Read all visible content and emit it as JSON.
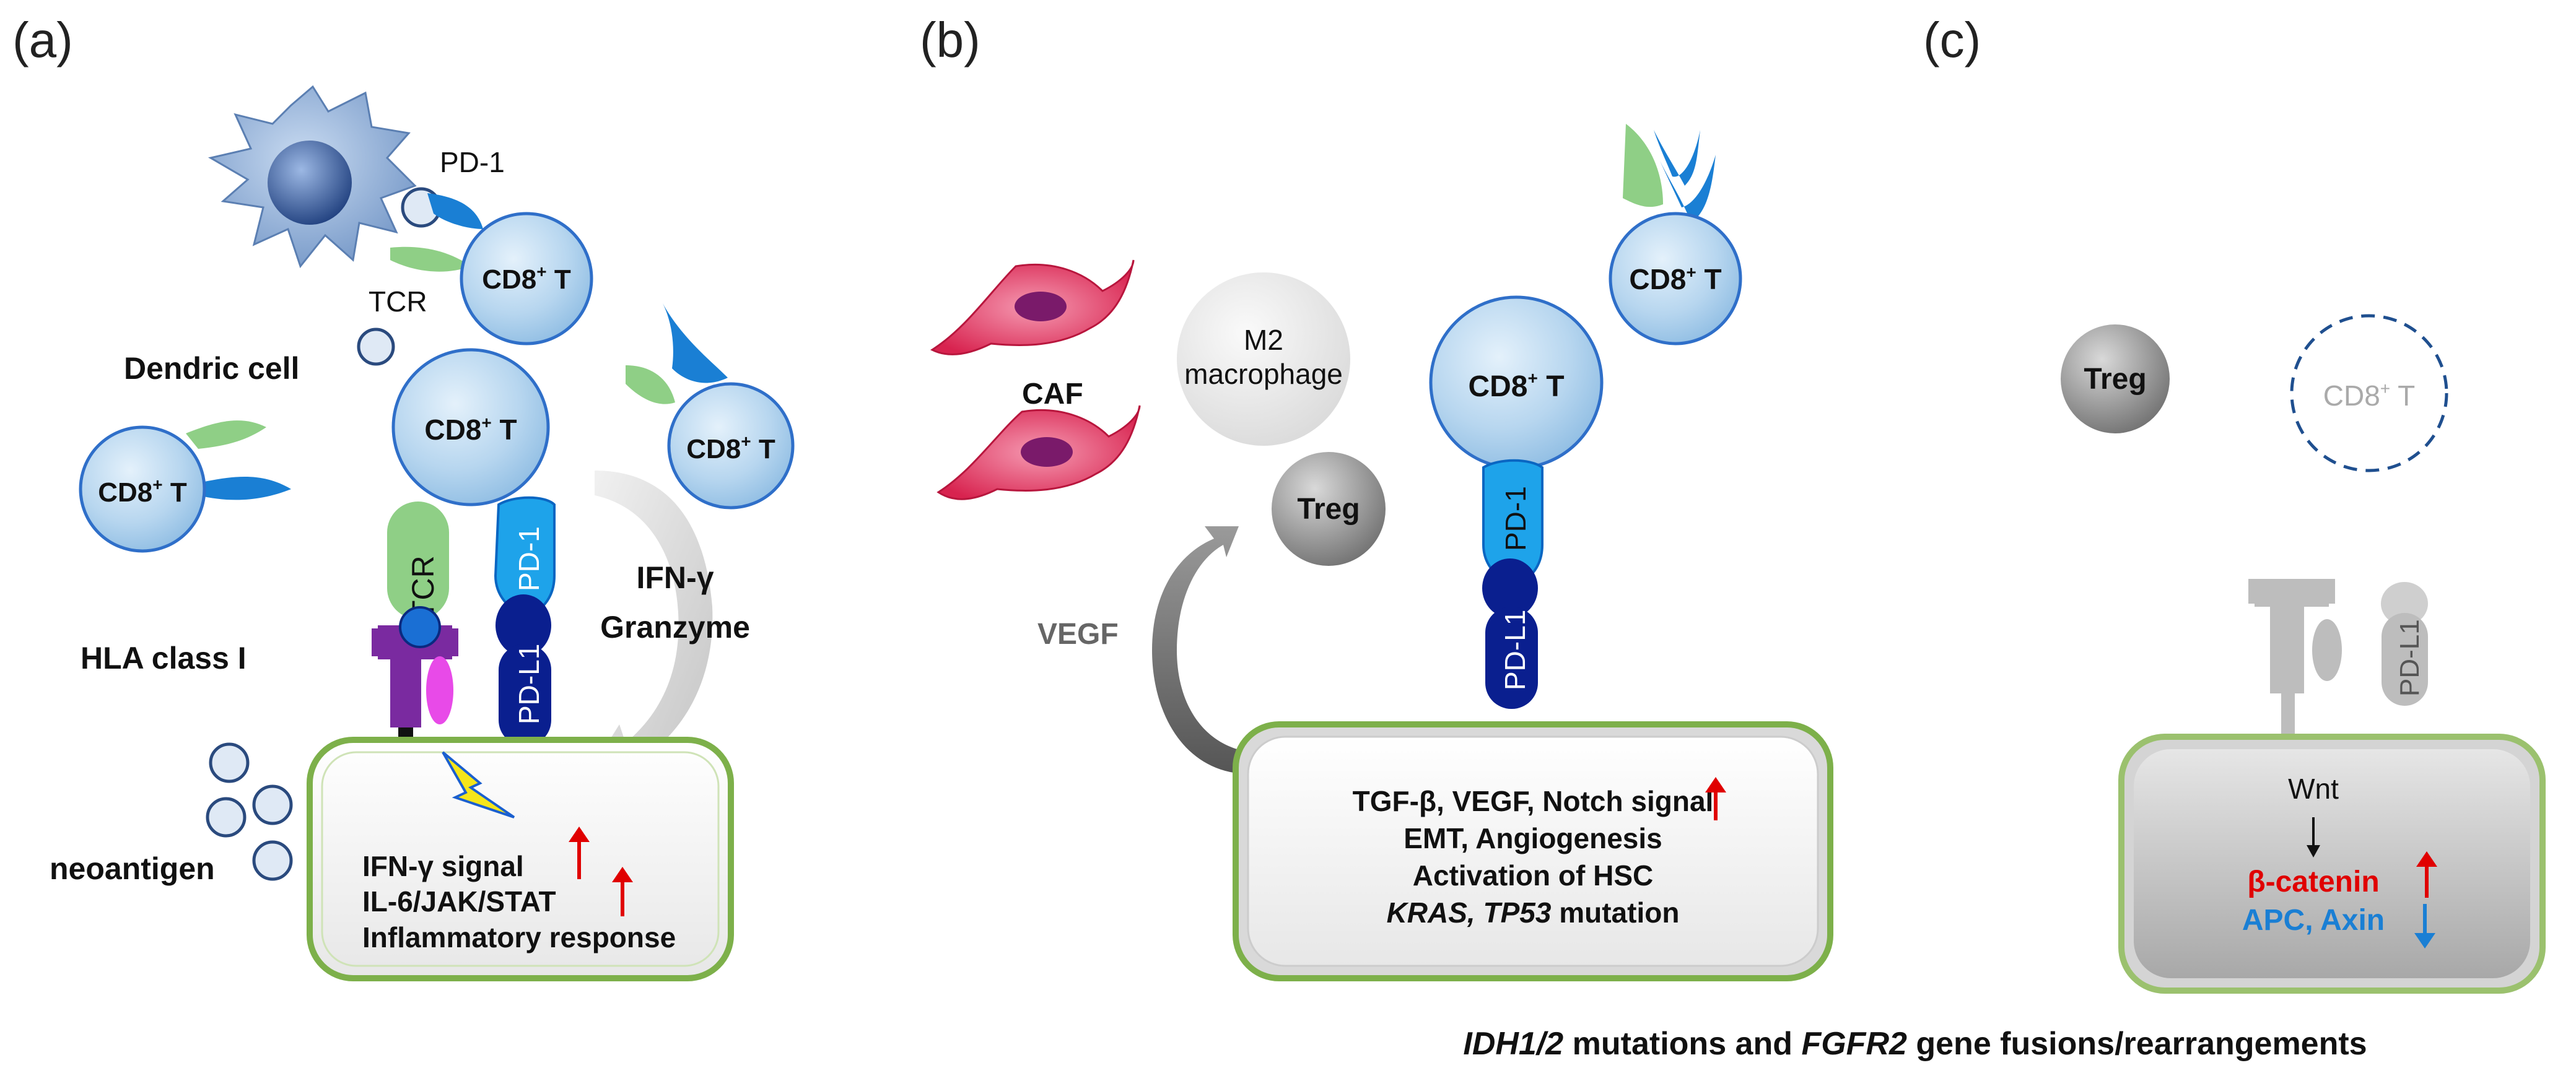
{
  "panels": {
    "a": {
      "label": "(a)",
      "dendritic_cell": "Dendric cell",
      "pd1_label": "PD-1",
      "tcr_label": "TCR",
      "cd8_label": "CD8",
      "cd8_sup": "+",
      "cd8_t": " T",
      "tcr_receptor": "TCR",
      "pd1_receptor": "PD-1",
      "pdl1_receptor": "PD-L1",
      "hla_label": "HLA class I",
      "neoantigen_label": "neoantigen",
      "ifn_line1": "IFN-γ",
      "ifn_line2": "Granzyme",
      "tumor_lines": [
        "IFN-γ signal",
        "IL-6/JAK/STAT",
        "Inflammatory response"
      ]
    },
    "b": {
      "label": "(b)",
      "caf_label": "CAF",
      "m2_line1": "M2",
      "m2_line2": "macrophage",
      "treg_label": "Treg",
      "vegf_label": "VEGF",
      "pd1_receptor": "PD-1",
      "pdl1_receptor": "PD-L1",
      "tumor_lines": [
        "TGF-β, VEGF, Notch signal",
        "EMT, Angiogenesis",
        "Activation of HSC"
      ],
      "tumor_kras": "KRAS, TP53",
      "tumor_mutation": " mutation"
    },
    "c": {
      "label": "(c)",
      "treg_label": "Treg",
      "absent_cd8": "CD8",
      "pdl1_receptor": "PD-L1",
      "wnt_label": "Wnt",
      "beta_catenin": "β-catenin",
      "apc_axin": "APC, Axin"
    }
  },
  "footer": {
    "part1": "IDH1/2",
    "part2": " mutations and ",
    "part3": "FGFR2",
    "part4": " gene fusions/rearrangements"
  },
  "colors": {
    "cell_fill": "#a9cbe8",
    "cell_stroke": "#2f6fc9",
    "pd1_blue": "#1a7fd4",
    "pdl1_navy": "#0a1f8f",
    "tcr_green": "#8fcf86",
    "tumor_border": "#7db04a",
    "up_arrow": "#e00000",
    "down_arrow": "#1a7fd4",
    "caf_pink": "#e8456a",
    "hla_purple": "#7a2aa0",
    "magenta": "#e84ae8"
  }
}
